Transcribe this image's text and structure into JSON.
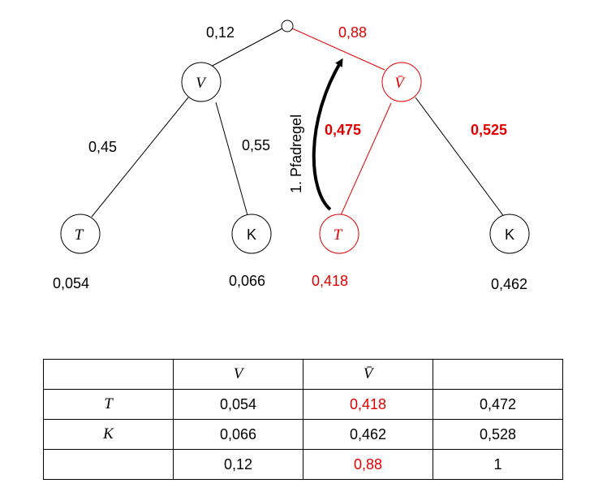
{
  "colors": {
    "highlight": "#e00000",
    "default": "#000000"
  },
  "tree": {
    "nodes": {
      "v": "V",
      "v_bar": "V̄",
      "t_left": "T",
      "k_left": "K",
      "t_right": "T",
      "k_right": "K"
    },
    "edges": {
      "root_v": "0,12",
      "root_vbar": "0,88",
      "v_t": "0,45",
      "v_k": "0,55",
      "vbar_t": "0,475",
      "vbar_k": "0,525"
    },
    "leaf_values": {
      "v_t": "0,054",
      "v_k": "0,066",
      "vbar_t": "0,418",
      "vbar_k": "0,462"
    },
    "arrow_label": "1. Pfadregel"
  },
  "table": {
    "header": [
      "",
      "V",
      "V̄",
      ""
    ],
    "rows": [
      [
        "T",
        "0,054",
        "0,418",
        "0,472"
      ],
      [
        "K",
        "0,066",
        "0,462",
        "0,528"
      ],
      [
        "",
        "0,12",
        "0,88",
        "1"
      ]
    ]
  }
}
